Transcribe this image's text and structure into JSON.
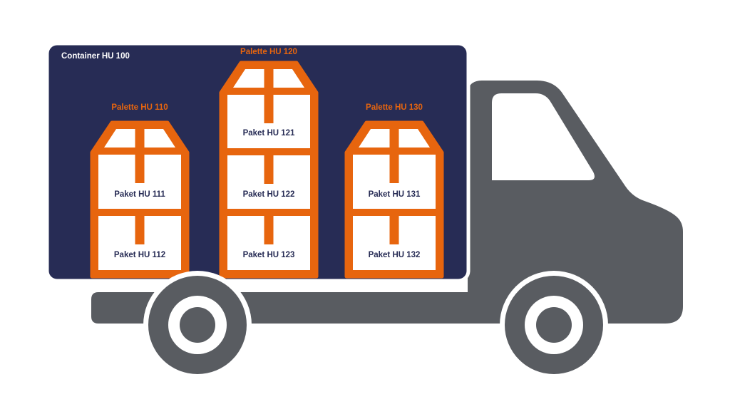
{
  "colors": {
    "navy": "#272c55",
    "orange": "#e7650e",
    "gray": "#595c61",
    "white": "#ffffff"
  },
  "container": {
    "label": "Container HU 100"
  },
  "palettes": [
    {
      "label": "Palette HU 110",
      "pakete": [
        "Paket HU 111",
        "Paket HU 112"
      ]
    },
    {
      "label": "Palette HU 120",
      "pakete": [
        "Paket HU 121",
        "Paket HU 122",
        "Paket HU 123"
      ]
    },
    {
      "label": "Palette HU 130",
      "pakete": [
        "Paket HU 131",
        "Paket HU 132"
      ]
    }
  ],
  "icons": {
    "truck": "delivery-truck-icon",
    "palette": "package-box-icon",
    "wheel": "wheel-icon"
  }
}
